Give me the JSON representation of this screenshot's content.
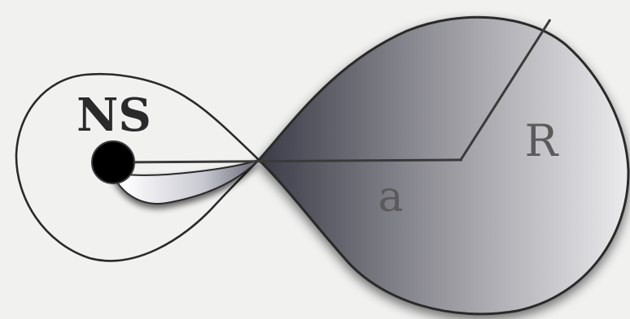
{
  "labels": {
    "neutron_star": "NS",
    "separation": "a",
    "radius": "R"
  },
  "colors": {
    "background": "#f1f1f0",
    "outline": "#2a2a2a",
    "lobe_dark": "#3b3b47",
    "lobe_light": "#e6e6e8",
    "label_gray": "#5a5a5a",
    "label_dark": "#2a2a2a",
    "neutron_star": "#000000"
  }
}
